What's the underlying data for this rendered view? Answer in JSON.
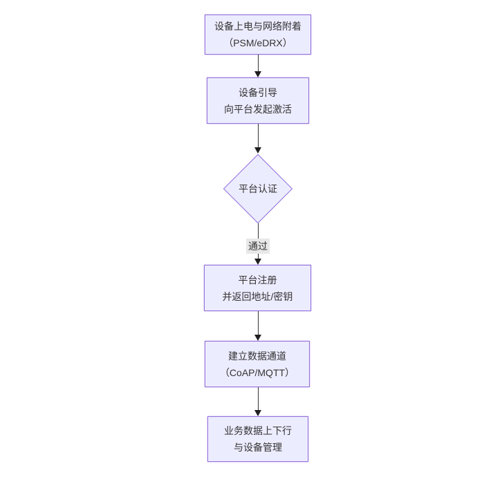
{
  "diagram": {
    "type": "flowchart",
    "direction": "top-to-bottom",
    "colors": {
      "node_fill": "#ECECFF",
      "node_border": "#9370DB",
      "edge_line": "#333333",
      "arrowhead": "#1f1f1f",
      "text": "#333333",
      "edge_label_bg": "#e8e8e8",
      "background": "#ffffff"
    },
    "nodes": [
      {
        "id": "n1",
        "shape": "rect",
        "line1": "设备上电与网络附着",
        "line2": "（PSM/eDRX）"
      },
      {
        "id": "n2",
        "shape": "rect",
        "line1": "设备引导",
        "line2": "向平台发起激活"
      },
      {
        "id": "n3",
        "shape": "diamond",
        "line1": "平台认证"
      },
      {
        "id": "n4",
        "shape": "rect",
        "line1": "平台注册",
        "line2": "并返回地址/密钥"
      },
      {
        "id": "n5",
        "shape": "rect",
        "line1": "建立数据通道",
        "line2": "（CoAP/MQTT）"
      },
      {
        "id": "n6",
        "shape": "rect",
        "line1": "业务数据上下行",
        "line2": "与设备管理"
      }
    ],
    "edges": [
      {
        "from": "n1",
        "to": "n2",
        "label": ""
      },
      {
        "from": "n2",
        "to": "n3",
        "label": ""
      },
      {
        "from": "n3",
        "to": "n4",
        "label": "通过"
      },
      {
        "from": "n4",
        "to": "n5",
        "label": ""
      },
      {
        "from": "n5",
        "to": "n6",
        "label": ""
      }
    ]
  }
}
